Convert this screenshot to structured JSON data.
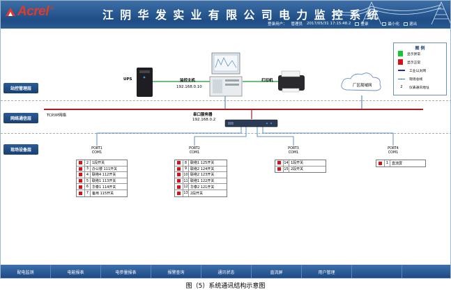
{
  "header": {
    "logo_text": "Acrel",
    "logo_reg": "®",
    "company_name": "江阴华发实业有限公司电力监控系统",
    "user_label": "登录用户：",
    "user_name": "管理员",
    "datetime": "2017/05/31  17:15:48.2",
    "login_label": "登录",
    "minimize_label": "最小化",
    "exit_label": "退出"
  },
  "layers": {
    "monitor": "站控管理层",
    "network": "网络通信层",
    "field": "现场设备层"
  },
  "devices": {
    "ups": "UPS",
    "host_title": "监控主机",
    "host_ip": "192.168.0.10",
    "printer": "打印机",
    "cloud": "厂区局域网",
    "tcp": "TCP/IP网络",
    "serial_title": "串口服务器",
    "serial_ip": "192.168.0.2"
  },
  "legend": {
    "title": "图 例",
    "items": [
      {
        "label": "显示异常",
        "color": "#19c431"
      },
      {
        "label": "显示正常",
        "color": "#d8101a"
      },
      {
        "label": "工业以太网",
        "color": "#1c2f8c"
      },
      {
        "label": "现场总线",
        "color": "#3a73b8"
      },
      {
        "label": "仪表通讯地址",
        "num": "2"
      }
    ]
  },
  "ports": [
    {
      "name": "PORT1",
      "proto": "COM1",
      "rows": [
        [
          "2",
          "1段开关"
        ],
        [
          "3",
          "办公楼 111开关"
        ],
        [
          "4",
          "联络4 112开关"
        ],
        [
          "5",
          "联络1 113开关"
        ],
        [
          "6",
          "华泰1 114开关"
        ],
        [
          "7",
          "备用 115开关"
        ]
      ]
    },
    {
      "name": "PORT2",
      "proto": "COM1",
      "rows": [
        [
          "8",
          "联络1 125开关"
        ],
        [
          "9",
          "联络2 124开关"
        ],
        [
          "10",
          "联络2 123开关"
        ],
        [
          "11",
          "联络1 122开关"
        ],
        [
          "12",
          "华泰2 121开关"
        ],
        [
          "13",
          "2段开关"
        ]
      ]
    },
    {
      "name": "PORT3",
      "proto": "COM1",
      "rows": [
        [
          "14",
          "1段开关"
        ],
        [
          "15",
          "2段开关"
        ]
      ]
    },
    {
      "name": "PORT4",
      "proto": "COM1",
      "rows": [
        [
          "1",
          "直流屏"
        ]
      ]
    }
  ],
  "nav": [
    "配电监测",
    "电能报表",
    "电参量报表",
    "报警查询",
    "通讯状态",
    "直流屏",
    "用户管理",
    "",
    ""
  ],
  "caption": "图（5）系统通讯结构示意图"
}
